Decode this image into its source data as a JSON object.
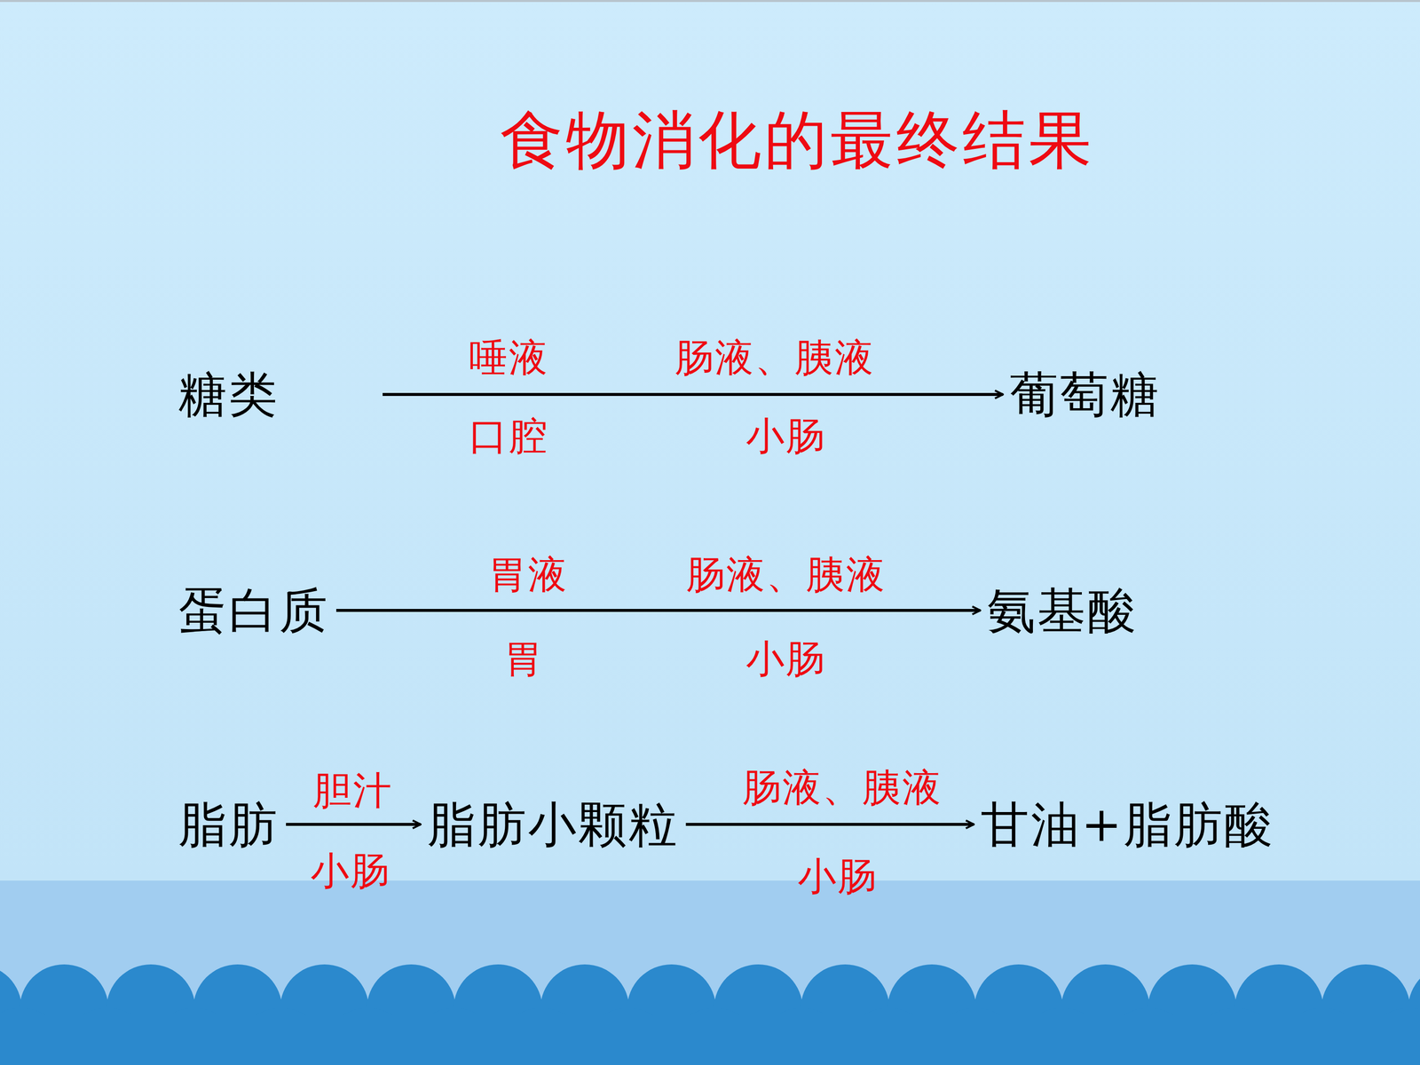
{
  "diagram": {
    "title": "食物消化的最终结果",
    "nodes": [
      {
        "text": [
          "糖类"
        ]
      },
      {
        "text": [
          "葡萄糖"
        ]
      },
      {
        "text": [
          "蛋白质"
        ]
      },
      {
        "text": [
          "氨基酸"
        ]
      },
      {
        "text": [
          "脂肪"
        ]
      },
      {
        "text": [
          "脂肪小颗粒"
        ]
      },
      {
        "text": [
          "甘油+脂肪酸"
        ]
      }
    ],
    "edges": [
      {
        "from": 0,
        "to": 1,
        "arrow": "to"
      },
      {
        "from": 2,
        "to": 3,
        "arrow": "to"
      },
      {
        "from": 4,
        "to": 5,
        "arrow": "to"
      },
      {
        "from": 5,
        "to": 6,
        "arrow": "to"
      }
    ],
    "labels": [
      "唾液",
      "肠液、胰液",
      "口腔",
      "小肠",
      "胃液",
      "肠液、胰液",
      "胃",
      "小肠",
      "胆汁",
      "小肠",
      "肠液、胰液",
      "小肠"
    ]
  }
}
